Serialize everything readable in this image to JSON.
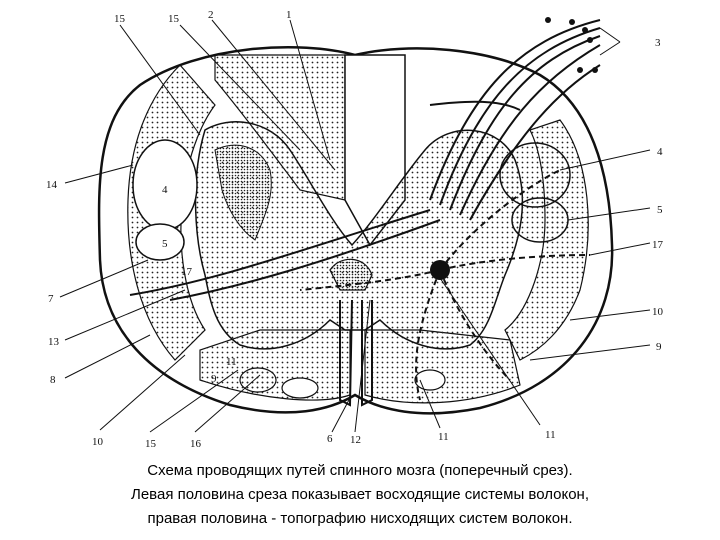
{
  "diagram": {
    "labels": {
      "l15a": "15",
      "l15b": "15",
      "l2": "2",
      "l1": "1",
      "l3": "3",
      "l14": "14",
      "l4L": "4",
      "l5L": "5",
      "l17L": "17",
      "l7": "7",
      "l13": "13",
      "l8": "8",
      "l11L": "11",
      "l9L": "9",
      "l10L": "10",
      "l15c": "15",
      "l16": "16",
      "l6": "6",
      "l12": "12",
      "l11b": "11",
      "l11c": "11",
      "l4R": "4",
      "l5R": "5",
      "l17R": "17",
      "l10R": "10",
      "l9R": "9"
    }
  },
  "caption": {
    "line1": "Схема проводящих путей спинного мозга (поперечный срез).",
    "line2": "Левая половина среза показывает восходящие системы волокон,",
    "line3": "правая половина - топографию нисходящих систем волокон."
  },
  "colors": {
    "ink": "#111111",
    "paper": "#ffffff"
  }
}
